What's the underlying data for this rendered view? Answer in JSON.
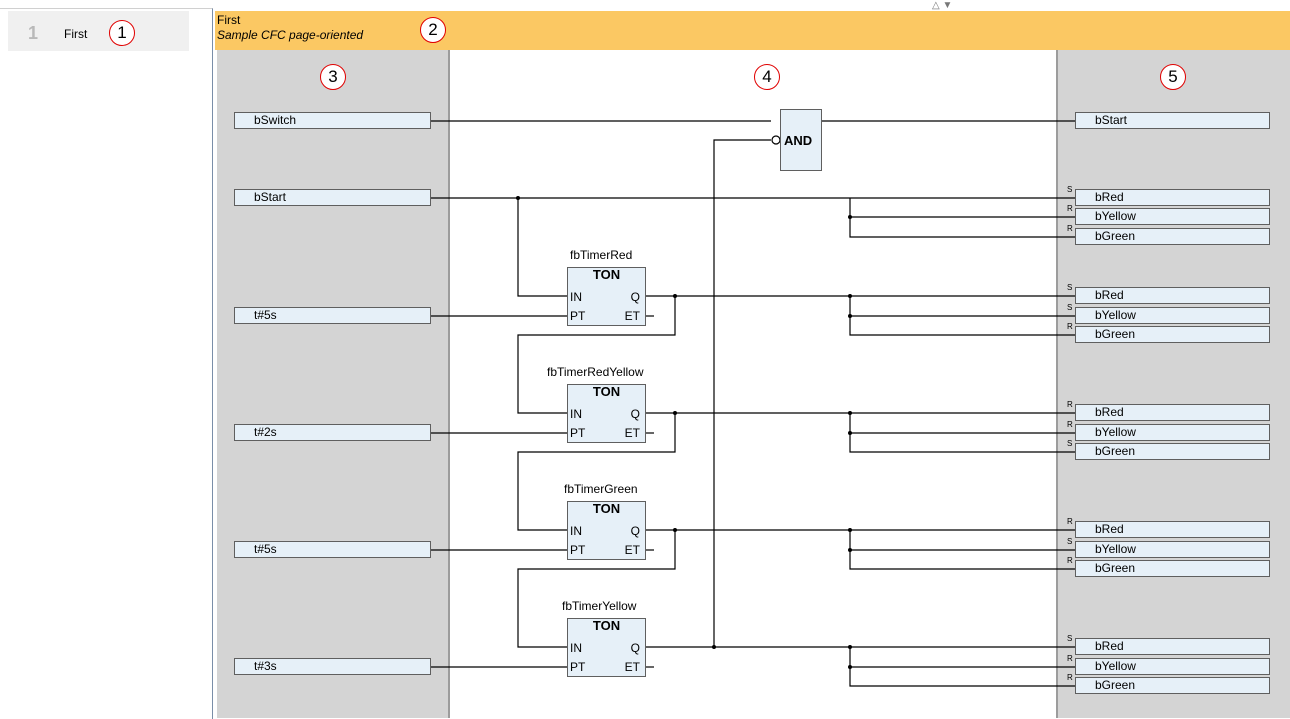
{
  "pages": [
    {
      "number": "1",
      "label": "First"
    }
  ],
  "header": {
    "title": "First",
    "subtitle": "Sample CFC page-oriented"
  },
  "callouts": [
    "1",
    "2",
    "3",
    "4",
    "5"
  ],
  "inputs": [
    "bSwitch",
    "bStart",
    "t#5s",
    "t#2s",
    "t#5s",
    "t#3s"
  ],
  "and_block": {
    "label": "AND"
  },
  "timers": [
    {
      "name": "fbTimerRed",
      "type": "TON",
      "pins": {
        "in": "IN",
        "pt": "PT",
        "q": "Q",
        "et": "ET"
      }
    },
    {
      "name": "fbTimerRedYellow",
      "type": "TON",
      "pins": {
        "in": "IN",
        "pt": "PT",
        "q": "Q",
        "et": "ET"
      }
    },
    {
      "name": "fbTimerGreen",
      "type": "TON",
      "pins": {
        "in": "IN",
        "pt": "PT",
        "q": "Q",
        "et": "ET"
      }
    },
    {
      "name": "fbTimerYellow",
      "type": "TON",
      "pins": {
        "in": "IN",
        "pt": "PT",
        "q": "Q",
        "et": "ET"
      }
    }
  ],
  "outputs": {
    "single": "bStart",
    "groups": [
      {
        "vars": [
          "bRed",
          "bYellow",
          "bGreen"
        ],
        "tags": [
          "S",
          "R",
          "R"
        ]
      },
      {
        "vars": [
          "bRed",
          "bYellow",
          "bGreen"
        ],
        "tags": [
          "S",
          "S",
          "R"
        ]
      },
      {
        "vars": [
          "bRed",
          "bYellow",
          "bGreen"
        ],
        "tags": [
          "R",
          "R",
          "S"
        ]
      },
      {
        "vars": [
          "bRed",
          "bYellow",
          "bGreen"
        ],
        "tags": [
          "R",
          "S",
          "R"
        ]
      },
      {
        "vars": [
          "bRed",
          "bYellow",
          "bGreen"
        ],
        "tags": [
          "S",
          "R",
          "R"
        ]
      }
    ]
  },
  "colors": {
    "header": "#fbc863",
    "column": "#d4d4d4",
    "element": "#e6f0f8",
    "callout": "#e00000"
  }
}
